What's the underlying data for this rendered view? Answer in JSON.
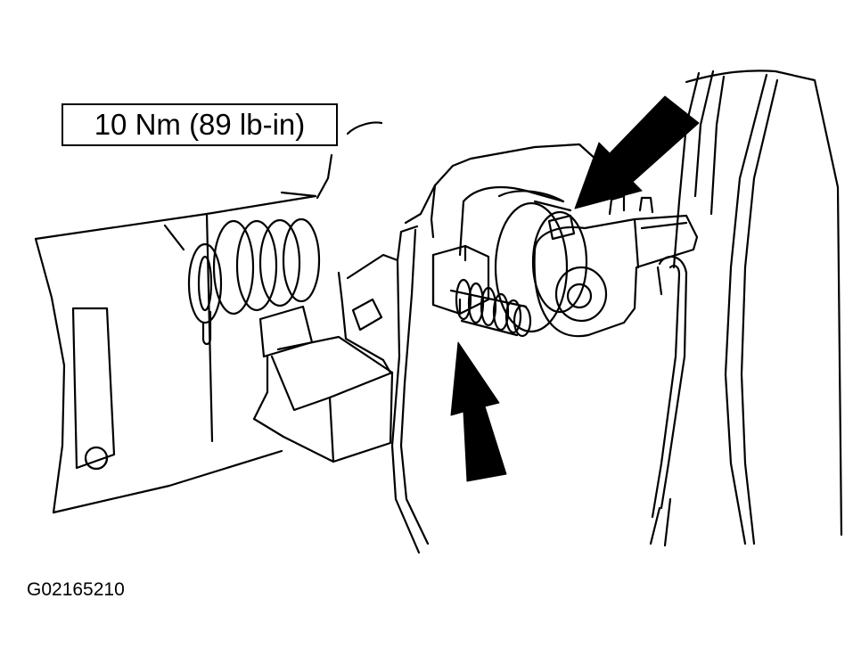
{
  "torque_callout": {
    "text": "10 Nm (89 lb-in)"
  },
  "figure": {
    "id": "G02165210"
  },
  "colors": {
    "ink": "#000000",
    "paper": "#ffffff"
  },
  "icons": {
    "arrow_upper": "arrow-pointing-down-left",
    "arrow_lower": "arrow-pointing-up"
  }
}
